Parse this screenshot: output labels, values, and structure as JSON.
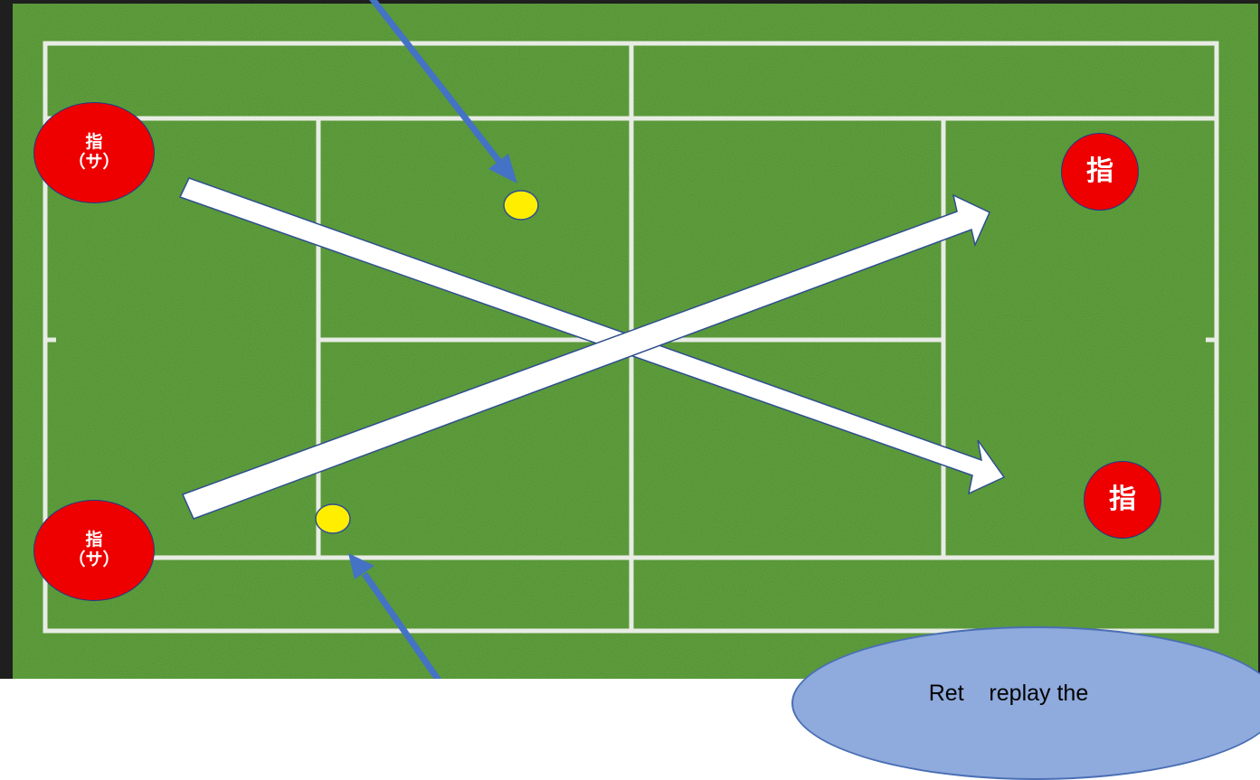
{
  "colors": {
    "grass": "#4e8f2b",
    "court_lines": "#e8ece4",
    "player_marker": "#ee0000",
    "ball": "#ffee00",
    "shot_arrow": "#ffffff",
    "pointer_arrow": "#4472c4",
    "callout_fill": "#8faadc"
  },
  "players": {
    "left_top": {
      "line1": "指",
      "line2": "（サ）"
    },
    "left_bottom": {
      "line1": "指",
      "line2": "（サ）"
    },
    "right_top": {
      "label": "指"
    },
    "right_bottom": {
      "label": "指"
    }
  },
  "callout": {
    "text": "Ret    replay the"
  },
  "icons": {
    "ball": "tennis-ball-icon",
    "shot": "shot-direction-arrow",
    "pointer": "pointer-arrow"
  }
}
